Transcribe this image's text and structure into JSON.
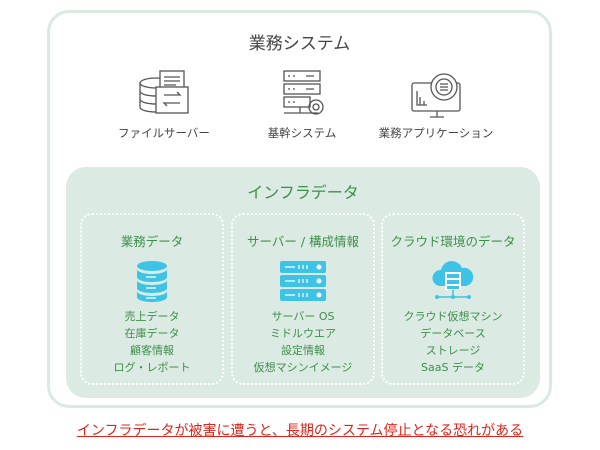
{
  "business_system": {
    "title": "業務システム",
    "items": [
      {
        "label": "ファイルサーバー",
        "icon": "file-server-icon"
      },
      {
        "label": "基幹システム",
        "icon": "server-gear-icon"
      },
      {
        "label": "業務アプリケーション",
        "icon": "monitor-gear-icon"
      }
    ]
  },
  "infra": {
    "title": "インフラデータ",
    "groups": [
      {
        "title": "業務データ",
        "icon": "database-icon",
        "items": [
          "売上データ",
          "在庫データ",
          "顧客情報",
          "ログ・レポート"
        ]
      },
      {
        "title": "サーバー / 構成情報",
        "icon": "server-rack-icon",
        "items": [
          "サーバー OS",
          "ミドルウエア",
          "設定情報",
          "仮想マシンイメージ"
        ]
      },
      {
        "title": "クラウド環境のデータ",
        "icon": "cloud-server-icon",
        "items": [
          "クラウド仮想マシン",
          "データベース",
          "ストレージ",
          "SaaS データ"
        ]
      }
    ]
  },
  "warning": "インフラデータが被害に遭うと、長期のシステム停止となる恐れがある",
  "colors": {
    "accent": "#3f8f4a",
    "infra_bg": "#dbeae3",
    "icon_blue": "#3cc3e6",
    "warning": "#e0241b"
  }
}
